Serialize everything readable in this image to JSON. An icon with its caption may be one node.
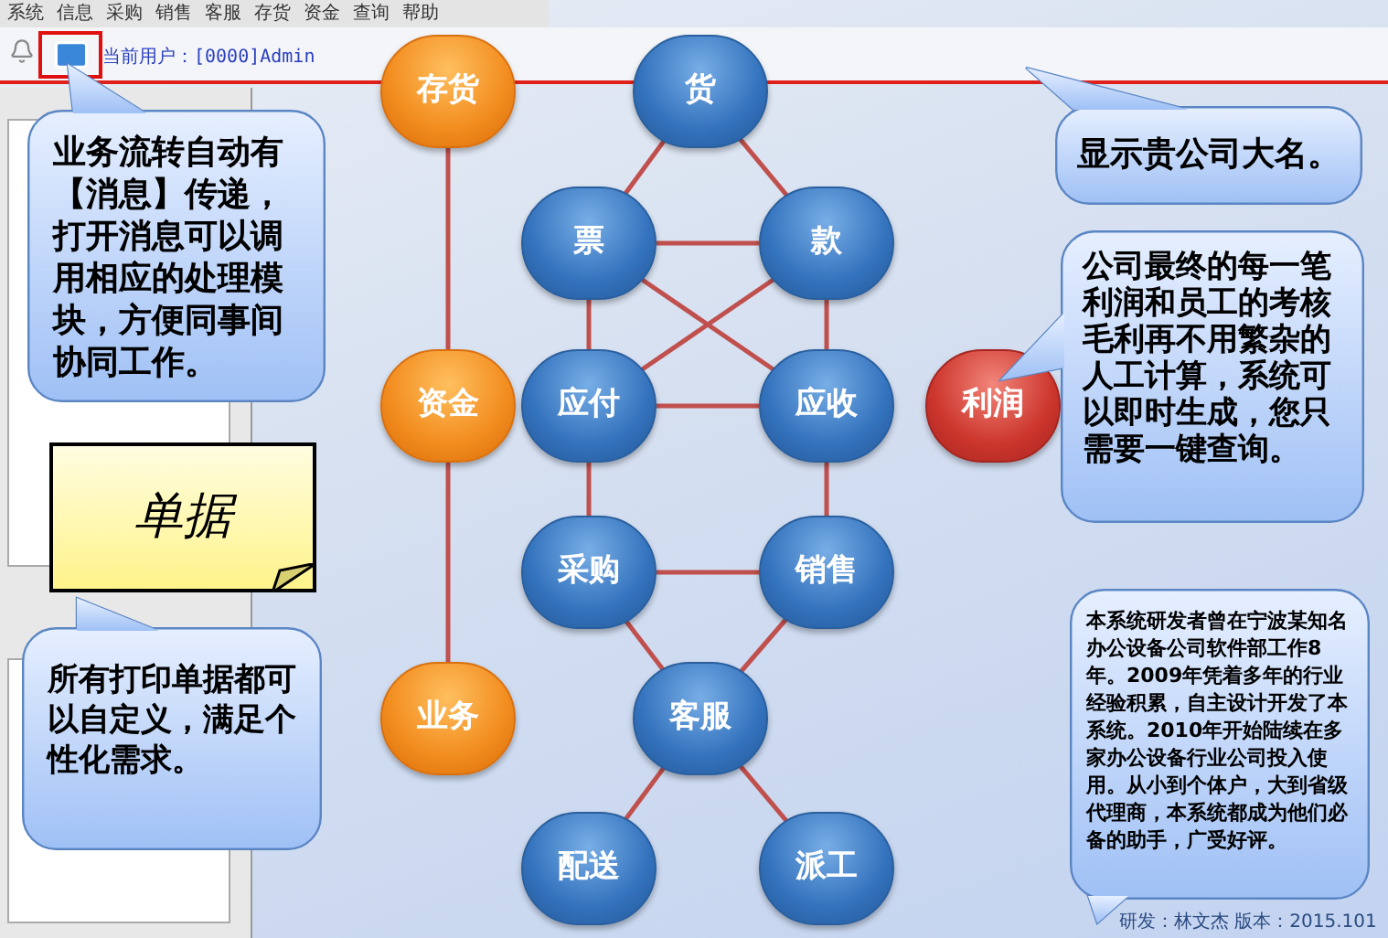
{
  "diagram": {
    "nodes": [
      {
        "text": [
          "存货"
        ]
      },
      {
        "text": [
          "货"
        ]
      },
      {
        "text": [
          "票"
        ]
      },
      {
        "text": [
          "款"
        ]
      },
      {
        "text": [
          "资金"
        ]
      },
      {
        "text": [
          "应付"
        ]
      },
      {
        "text": [
          "应收"
        ]
      },
      {
        "text": [
          "利润"
        ]
      },
      {
        "text": [
          "采购"
        ]
      },
      {
        "text": [
          "销售"
        ]
      },
      {
        "text": [
          "业务"
        ]
      },
      {
        "text": [
          "客服"
        ]
      },
      {
        "text": [
          "配送"
        ]
      },
      {
        "text": [
          "派工"
        ]
      },
      {
        "text": [
          "业务流转自动有【消息】传递，打开消息可以调用相应的处理模块，方便同事间协同工作。"
        ]
      },
      {
        "text": [
          "显示贵公司大名。"
        ]
      },
      {
        "text": [
          "公司最终的每一笔利润和员工的考核毛利再不用繁杂的人工计算，系统可以即时生成，您只需要一键查询。"
        ]
      },
      {
        "text": [
          "单据"
        ]
      },
      {
        "text": [
          "所有打印单据都可以自定义，满足个性化需求。"
        ]
      },
      {
        "text": [
          "本系统研发者曾在宁波某知名办公设备公司软件部工作8年。2009年凭着多年的行业经验积累，自主设计开发了本系统。2010年开始陆续在多家办公设备行业公司投入使用。从小到个体户，大到省级代理商，本系统都成为他们必备的助手，广受好评。"
        ]
      }
    ],
    "edges": [
      {
        "from": 0,
        "to": 4,
        "arrow": "none"
      },
      {
        "from": 4,
        "to": 10,
        "arrow": "none"
      },
      {
        "from": 1,
        "to": 2,
        "arrow": "none"
      },
      {
        "from": 1,
        "to": 3,
        "arrow": "none"
      },
      {
        "from": 2,
        "to": 3,
        "arrow": "none"
      },
      {
        "from": 2,
        "to": 5,
        "arrow": "none"
      },
      {
        "from": 3,
        "to": 6,
        "arrow": "none"
      },
      {
        "from": 2,
        "to": 6,
        "arrow": "none"
      },
      {
        "from": 3,
        "to": 5,
        "arrow": "none"
      },
      {
        "from": 5,
        "to": 6,
        "arrow": "none"
      },
      {
        "from": 5,
        "to": 8,
        "arrow": "none"
      },
      {
        "from": 6,
        "to": 9,
        "arrow": "none"
      },
      {
        "from": 8,
        "to": 9,
        "arrow": "none"
      },
      {
        "from": 8,
        "to": 11,
        "arrow": "none"
      },
      {
        "from": 9,
        "to": 11,
        "arrow": "none"
      },
      {
        "from": 11,
        "to": 12,
        "arrow": "none"
      },
      {
        "from": 11,
        "to": 13,
        "arrow": "none"
      }
    ],
    "labels": [
      "系统",
      "信息",
      "采购",
      "销售",
      "客服",
      "存货",
      "资金",
      "查询",
      "帮助",
      "当前用户：[0000]Admin",
      "研发：林文杰 版本：2015.101"
    ]
  }
}
